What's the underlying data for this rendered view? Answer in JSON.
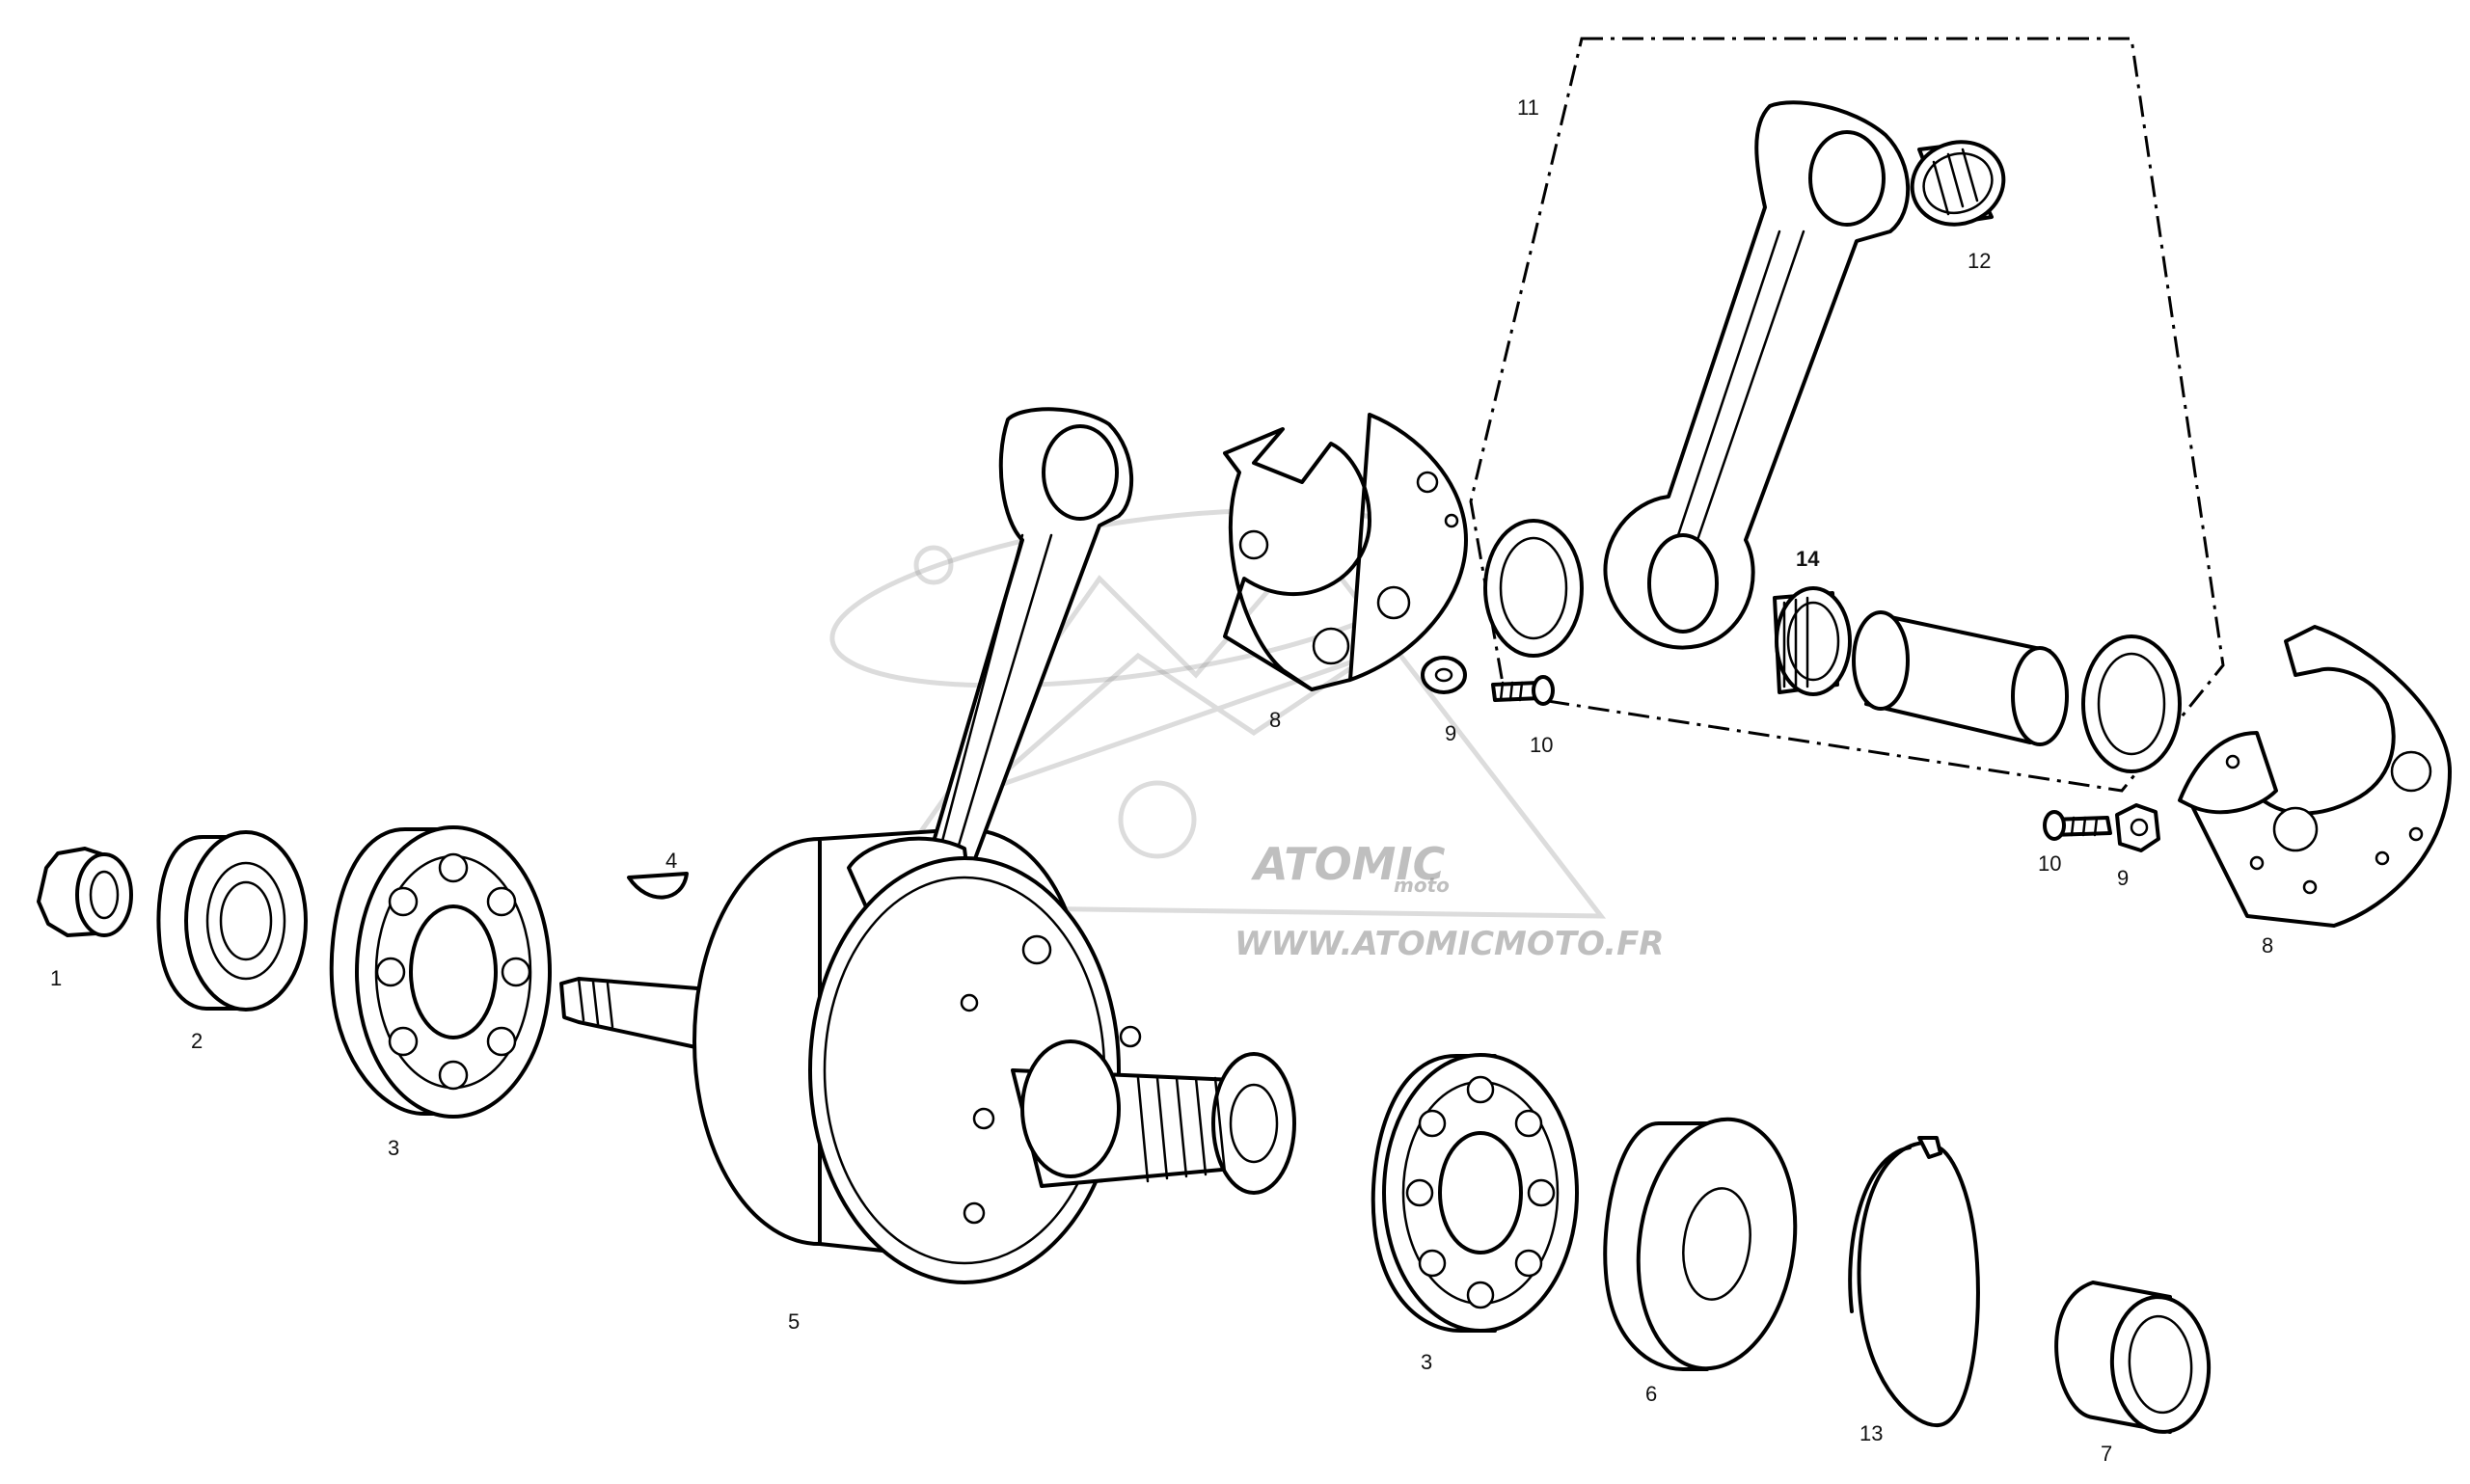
{
  "diagram": {
    "callouts": {
      "c1": "1",
      "c2": "2",
      "c3a": "3",
      "c3b": "3",
      "c4": "4",
      "c5": "5",
      "c6": "6",
      "c7": "7",
      "c8a": "8",
      "c8b": "8",
      "c9a": "9",
      "c9b": "9",
      "c10a": "10",
      "c10b": "10",
      "c11": "11",
      "c12": "12",
      "c13": "13",
      "c14": "14"
    },
    "watermark": {
      "brand": "ATOMIC",
      "brand_sub": "moto",
      "url": "WWW.ATOMICMOTO.FR"
    },
    "colors": {
      "line": "#000000",
      "background": "#ffffff",
      "watermark": "#9a9a9a"
    }
  }
}
